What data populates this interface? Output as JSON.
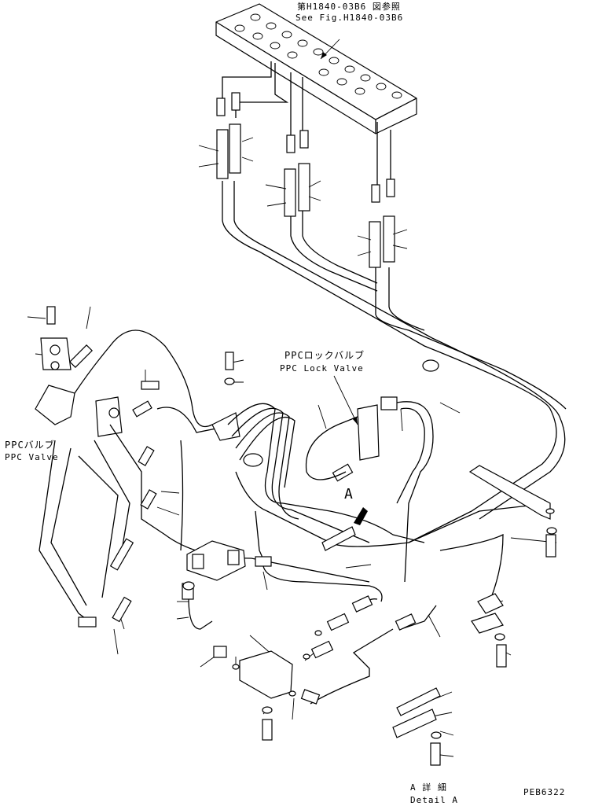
{
  "ref_top": {
    "jp": "第H1840-03B6 図参照",
    "en": "See Fig.H1840-03B6"
  },
  "ppc_lock_valve": {
    "jp": "PPCロックバルブ",
    "en": "PPC Lock Valve"
  },
  "ppc_valve": {
    "jp": "PPCバルブ",
    "en": "PPC Valve"
  },
  "detail_marker": "A",
  "detail_caption": {
    "jp": "A 詳 細",
    "en": "Detail A"
  },
  "drawing_no": "PEB6322"
}
